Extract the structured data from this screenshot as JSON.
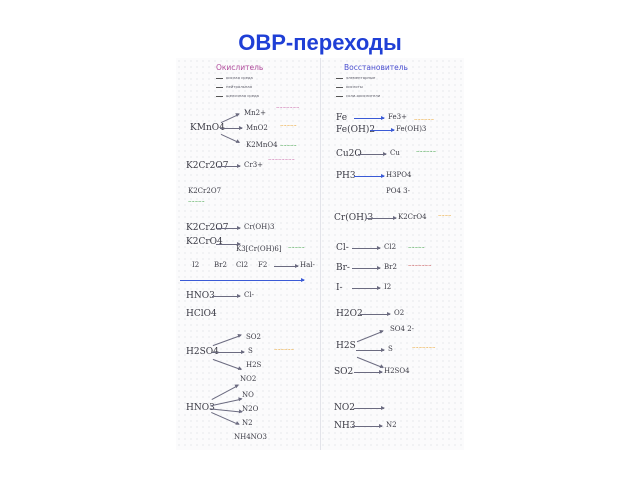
{
  "slide": {
    "title": "ОВР-переходы"
  },
  "notebook": {
    "left_page": {
      "heading": "Окислитель",
      "legend": [
        "кислая среда",
        "нейтральная",
        "щелочная среда"
      ],
      "entries": [
        "KMnO4",
        "Mn2+",
        "MnO2",
        "K2MnO4",
        "K2Cr2O7",
        "Cr3+",
        "K2CrO4",
        "Cr(OH)3",
        "K3[Cr(OH)6]",
        "HNO3",
        "HClO4",
        "Cl-",
        "H2SO4",
        "SO2",
        "S",
        "H2S",
        "NO2",
        "NO",
        "N2O",
        "N2",
        "NH4NO3"
      ],
      "halogens": [
        "I2",
        "Br2",
        "Cl2",
        "F2",
        "Hal-"
      ]
    },
    "right_page": {
      "heading": "Восстановитель",
      "legend": [
        "элементарные",
        "кислоты",
        "соли-окислители"
      ],
      "entries": [
        "Fe",
        "Fe3+",
        "Fe(OH)2",
        "Fe(OH)3",
        "Cu2O",
        "Cu",
        "PH3",
        "H3PO4",
        "PO4 3-",
        "Cr(OH)3",
        "K2CrO4",
        "Cl-",
        "Cl2",
        "Br-",
        "Br2",
        "I-",
        "I2",
        "H2O2",
        "O2",
        "H2S",
        "S",
        "SO4 2-",
        "SO2",
        "H2SO4",
        "NO2",
        "NH3",
        "N2"
      ]
    }
  }
}
